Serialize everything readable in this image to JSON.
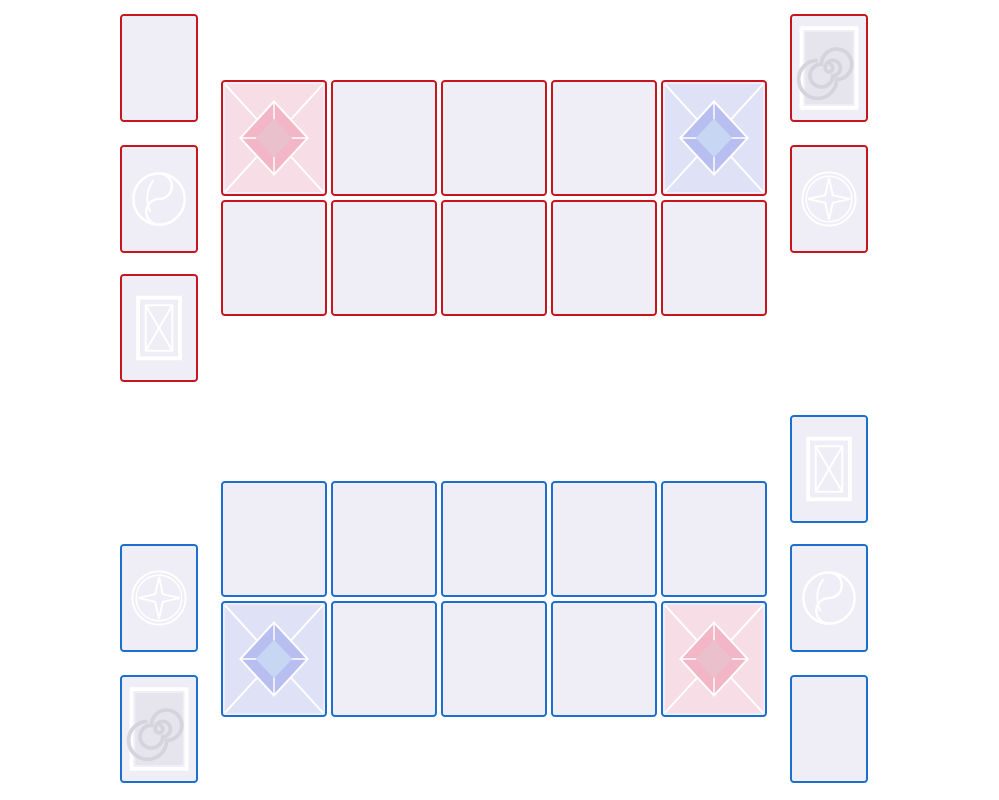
{
  "board": {
    "opponent": {
      "side": "top",
      "border_color": "#c8141c",
      "left_zones": [
        "blank",
        "yin-yang",
        "hourglass-frame"
      ],
      "right_zones": [
        "spiral",
        "compass-star"
      ],
      "monster_row": [
        "empty",
        "empty",
        "empty",
        "empty",
        "empty"
      ],
      "spell_row": [
        "crystal-red",
        "empty",
        "empty",
        "empty",
        "crystal-blue"
      ]
    },
    "player": {
      "side": "bottom",
      "border_color": "#1a6fcf",
      "left_zones": [
        "compass-star",
        "spiral"
      ],
      "right_zones": [
        "hourglass-frame",
        "yin-yang",
        "blank"
      ],
      "monster_row": [
        "empty",
        "empty",
        "empty",
        "empty",
        "empty"
      ],
      "spell_row": [
        "crystal-blue",
        "empty",
        "empty",
        "empty",
        "crystal-red"
      ]
    },
    "zone_fill_color": "#efeef7",
    "crystal_colors": {
      "red": "#f3b6c6",
      "blue": "#b8bff0"
    }
  }
}
